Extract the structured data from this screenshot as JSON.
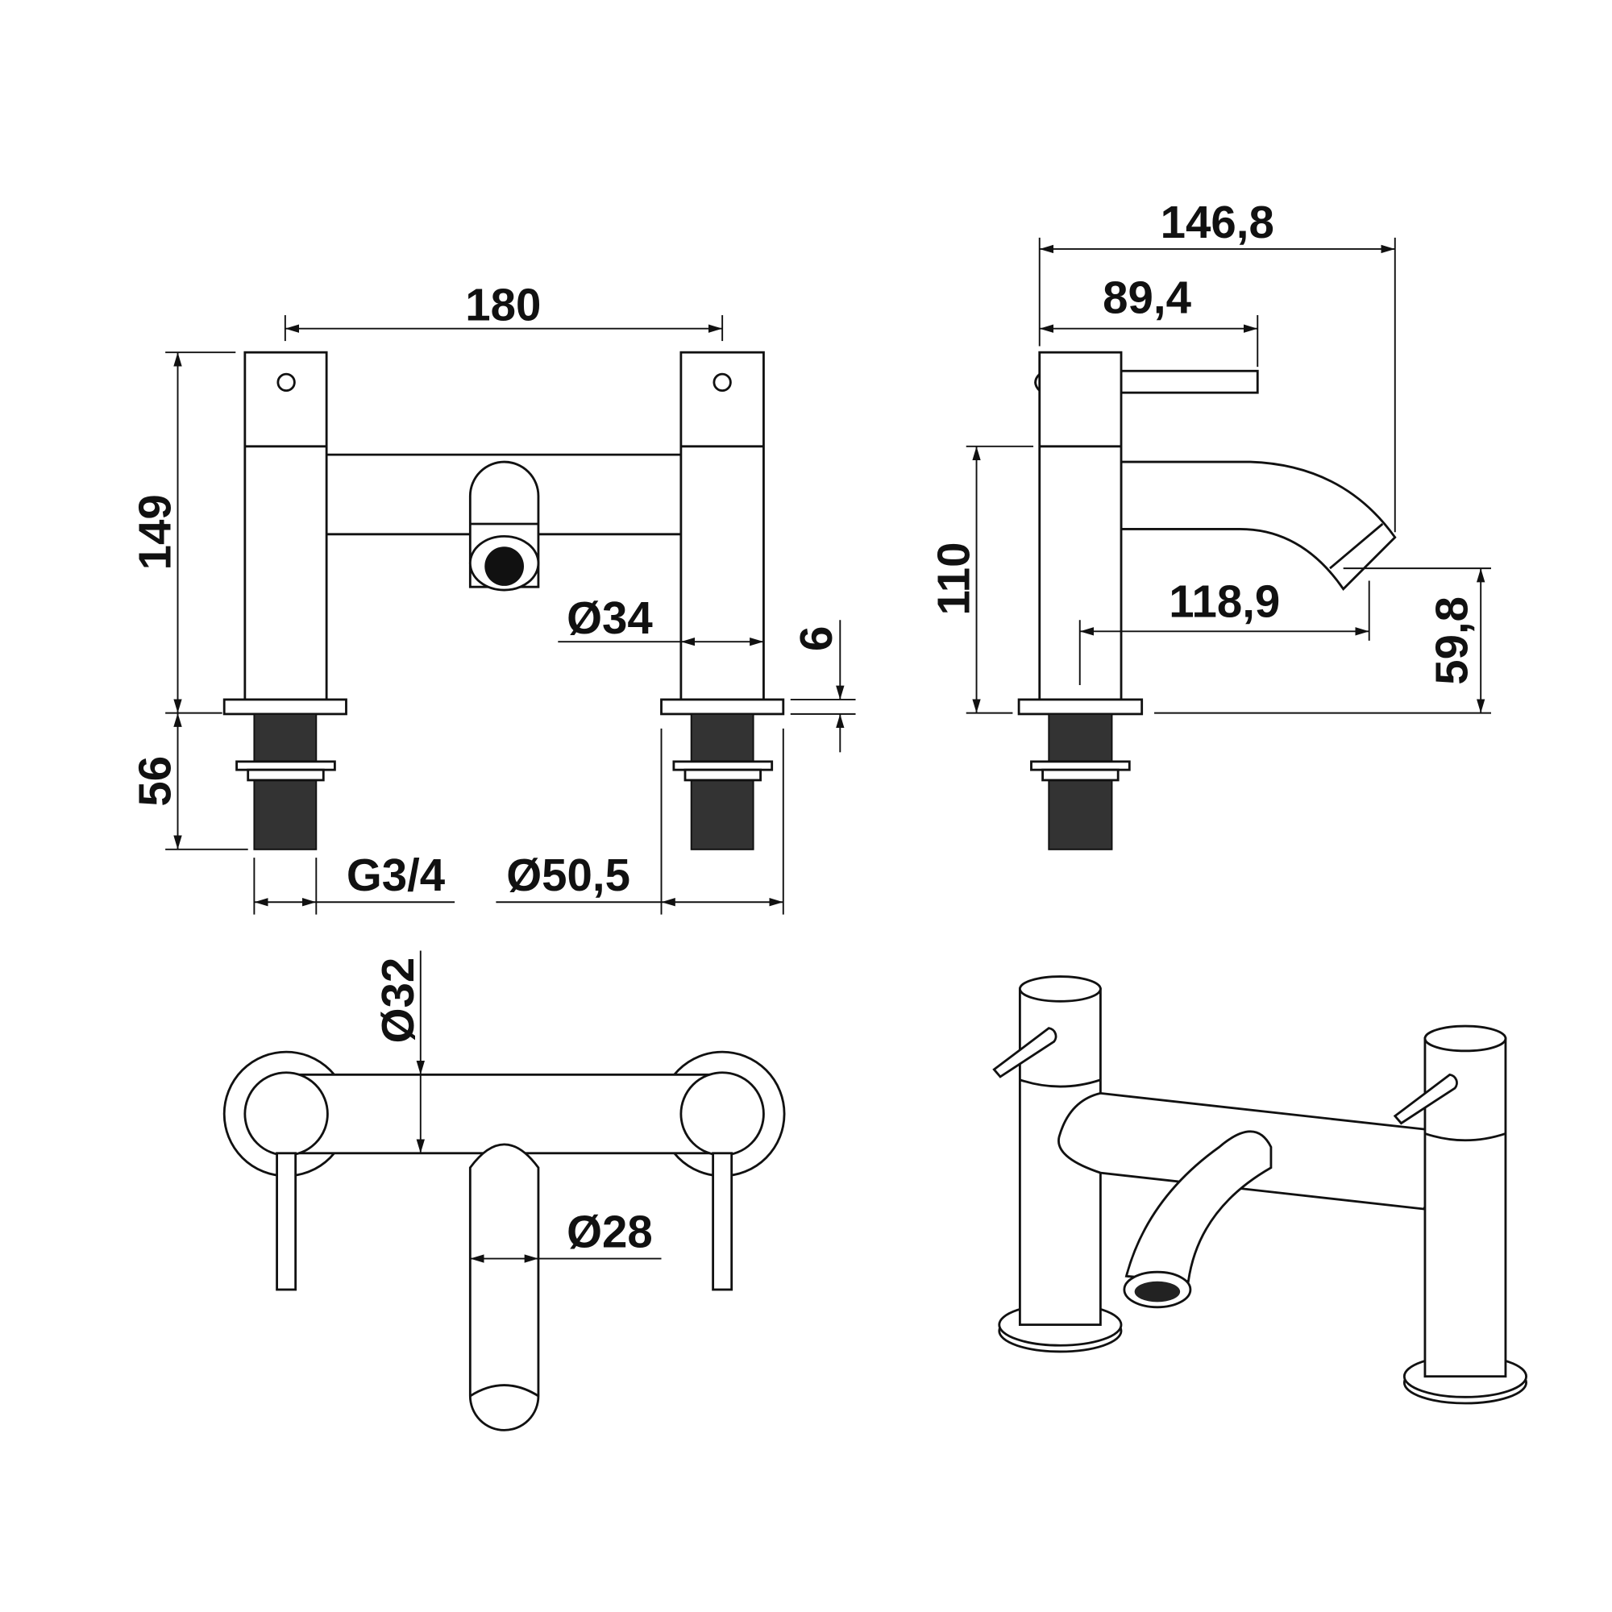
{
  "drawing": {
    "front_view": {
      "dim_width": "180",
      "dim_height": "149",
      "dim_thread_length": "56",
      "dim_thread": "G3/4",
      "dim_base_diameter": "Ø50,5",
      "dim_body_diameter": "Ø34",
      "dim_base_thickness": "6"
    },
    "side_view": {
      "dim_total_depth": "146,8",
      "dim_handle_depth": "89,4",
      "dim_spout_height": "110",
      "dim_spout_reach": "118,9",
      "dim_spout_outlet_height": "59,8"
    },
    "top_view": {
      "dim_bridge_diameter": "Ø32",
      "dim_spout_diameter": "Ø28"
    }
  }
}
